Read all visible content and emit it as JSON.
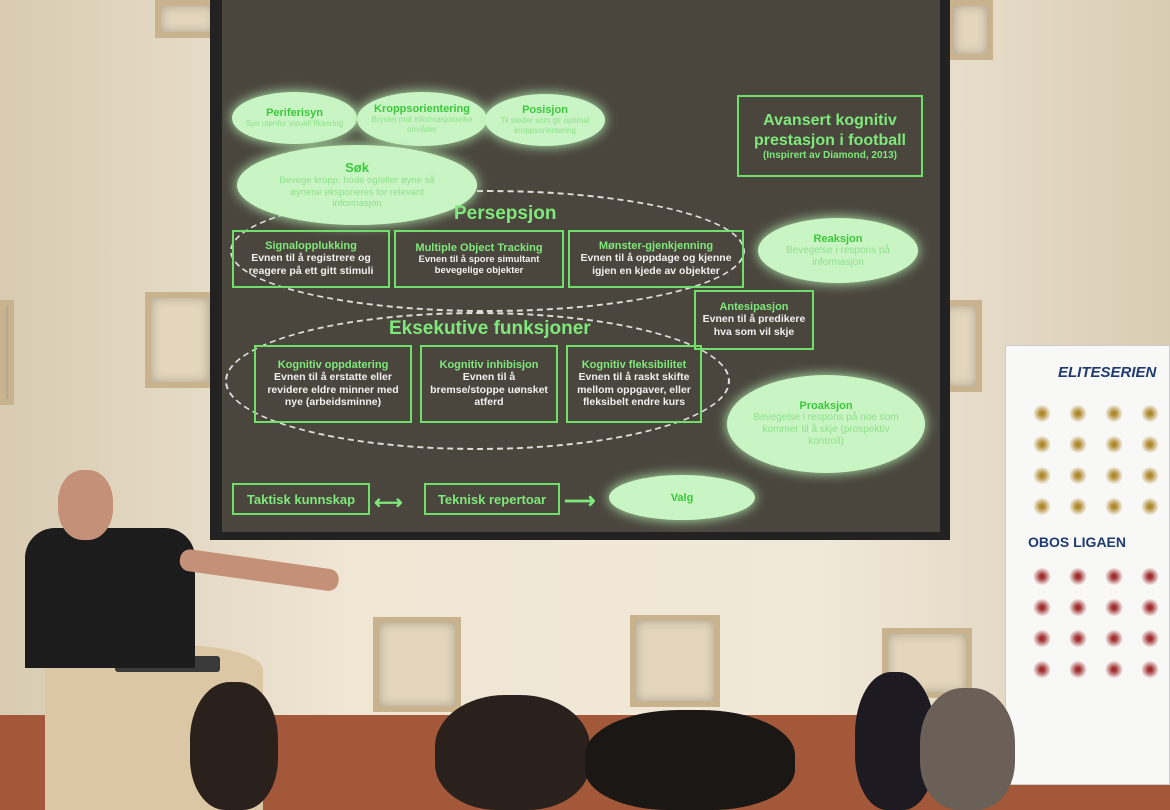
{
  "slide": {
    "title": "Avansert kognitiv prestasjon i football",
    "subtitle": "(Inspirert av Diamond, 2013)",
    "ovals": [
      {
        "title": "Periferisyn",
        "desc": "Syn utenfor visuell fiksering"
      },
      {
        "title": "Kroppsorientering",
        "desc": "Brystet mot informasjonsrike områder"
      },
      {
        "title": "Posisjon",
        "desc": "Til steder som gir optimal kroppsorientering"
      },
      {
        "title": "Søk",
        "desc": "Bevege kropp, hode og/eller øyne så øynene eksponeres for relevant informasjon"
      },
      {
        "title": "Reaksjon",
        "desc": "Bevegelse i respons på informasjon"
      },
      {
        "title": "Proaksjon",
        "desc": "Bevegelse i respons på noe som kommer til å skje (prospektiv kontroll)"
      },
      {
        "title": "Valg",
        "desc": ""
      }
    ],
    "perception_heading": "Persepsjon",
    "executive_heading": "Eksekutive funksjoner",
    "boxes": [
      {
        "title": "Signalopplukking",
        "desc": "Evnen til å registrere og reagere på ett gitt stimuli"
      },
      {
        "title": "Multiple Object Tracking",
        "desc": "Evnen til å spore simultant bevegelige objekter"
      },
      {
        "title": "Mønster-gjenkjenning",
        "desc": "Evnen til å oppdage og kjenne igjen en kjede av objekter"
      },
      {
        "title": "Antesipasjon",
        "desc": "Evnen til å predikere hva som vil skje"
      },
      {
        "title": "Kognitiv oppdatering",
        "desc": "Evnen til å erstatte eller revidere eldre minner med nye (arbeidsminne)"
      },
      {
        "title": "Kognitiv inhibisjon",
        "desc": "Evnen til å bremse/stoppe uønsket atferd"
      },
      {
        "title": "Kognitiv fleksibilitet",
        "desc": "Evnen til å raskt skifte mellom oppgaver, eller fleksibelt endre kurs"
      }
    ],
    "flow": [
      "Taktisk kunnskap",
      "Teknisk repertoar"
    ]
  },
  "banner": {
    "top_logo": "ELITESERIEN",
    "mid_logo": "OBOS LIGAEN"
  },
  "colors": {
    "slide_bg": "#4a463e",
    "green": "#7fe87a",
    "oval": "#c9f5c4"
  }
}
